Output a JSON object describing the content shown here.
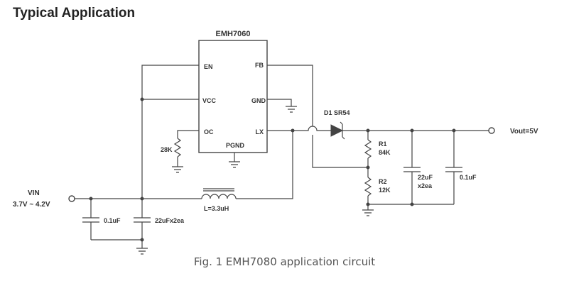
{
  "heading": "Typical Application",
  "caption": "Fig. 1 EMH7080 application circuit",
  "ic": {
    "name": "EMH7060",
    "pins": {
      "en": "EN",
      "vcc": "VCC",
      "oc": "OC",
      "fb": "FB",
      "gnd": "GND",
      "lx": "LX",
      "pgnd": "PGND"
    }
  },
  "labels": {
    "vin": "VIN",
    "vin_range": "3.7V ~ 4.2V",
    "vout": "Vout=5V",
    "diode": "D1 SR54",
    "r1": "R1",
    "r1_value": "84K",
    "r2": "R2",
    "r2_value": "12K",
    "roc_value": "28K",
    "inductor": "L=3.3uH",
    "cin_small": "0.1uF",
    "cin_bulk": "22uFx2ea",
    "cout_bulk_a": "22uF",
    "cout_bulk_b": "x2ea",
    "cout_small": "0.1uF"
  },
  "colors": {
    "wire": "#444444",
    "text": "#333333"
  }
}
